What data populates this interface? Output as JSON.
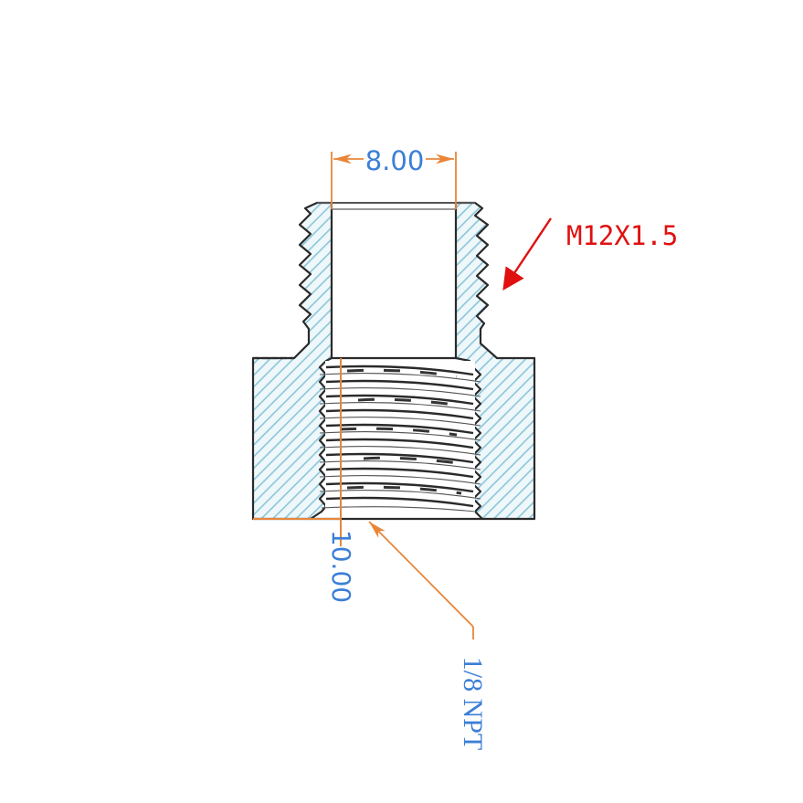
{
  "drawing": {
    "title": "Thread adapter cross-section",
    "colors": {
      "background": "#ffffff",
      "outline": "#2a2a2a",
      "hatch": "#8cc6d8",
      "hatch_bg": "#eef7fa",
      "dimension_line": "#e8863a",
      "dimension_text": "#3b7fd6",
      "callout_red": "#e01010"
    },
    "dimensions": {
      "bore_diameter": {
        "label": "8.00"
      },
      "internal_depth": {
        "label": "10.00"
      }
    },
    "callouts": {
      "external_thread": {
        "label": "M12X1.5"
      },
      "internal_thread": {
        "label": "1/8 NPT"
      }
    }
  }
}
